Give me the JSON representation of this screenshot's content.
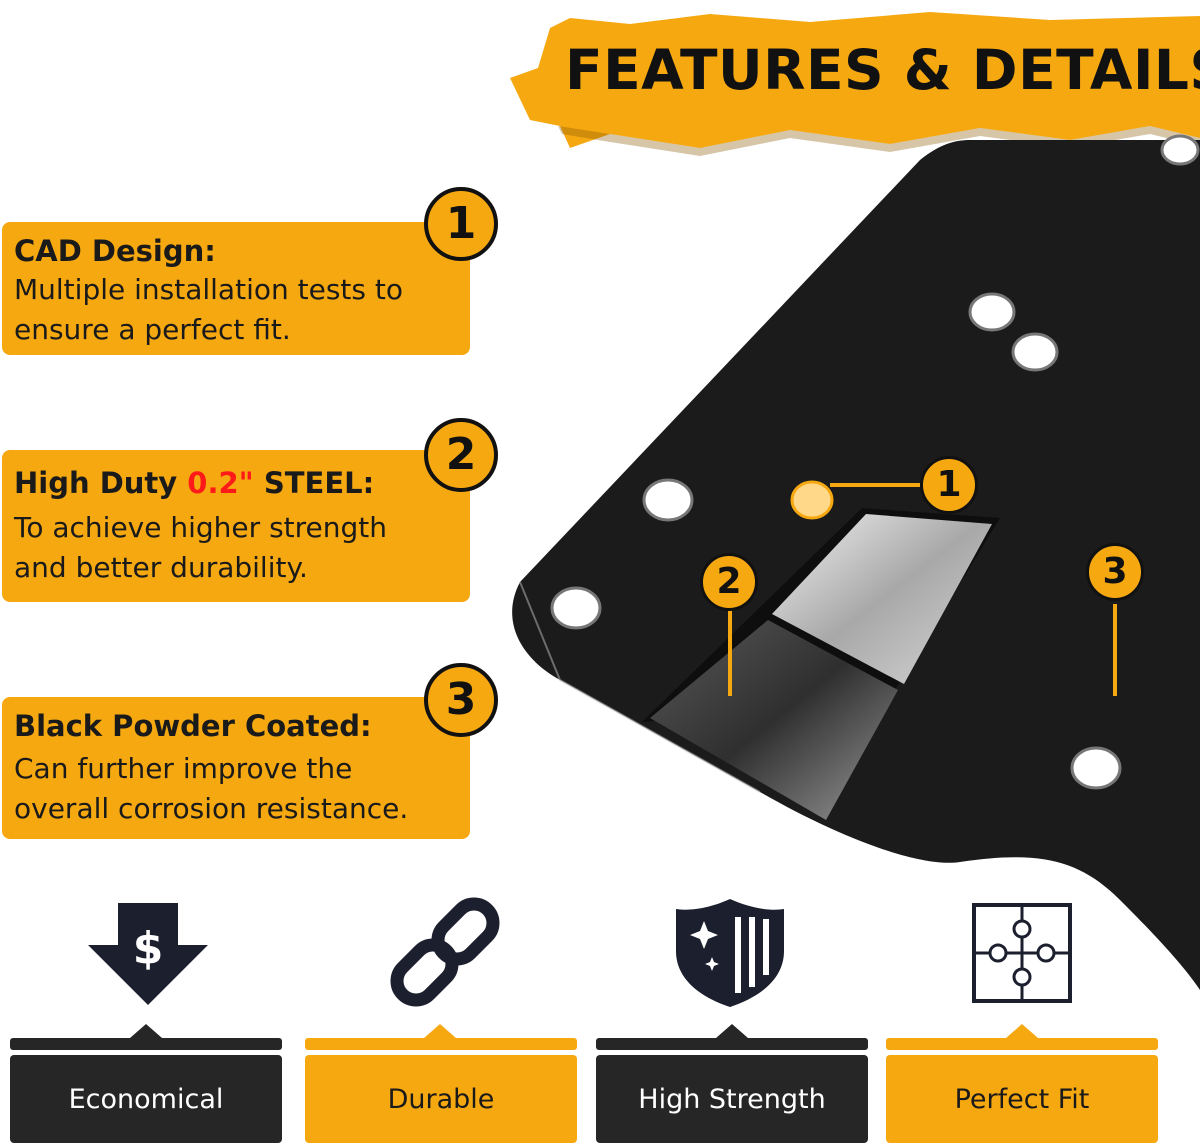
{
  "banner": {
    "title": "FEATURES & DETAILS"
  },
  "features": [
    {
      "number": "1",
      "title": "CAD Design:",
      "desc_line1": "Multiple installation tests to",
      "desc_line2": "ensure a perfect fit."
    },
    {
      "number": "2",
      "title_pre": "High Duty ",
      "title_highlight": "0.2\"",
      "title_post": " STEEL:",
      "desc_line1": "To achieve higher strength",
      "desc_line2": "and better durability."
    },
    {
      "number": "3",
      "title": "Black Powder Coated:",
      "desc_line1": "Can further improve the",
      "desc_line2": "overall corrosion resistance."
    }
  ],
  "callouts": [
    "1",
    "2",
    "3"
  ],
  "badges": [
    {
      "label": "Economical",
      "icon": "dollar-down-arrow-icon",
      "style": "dark"
    },
    {
      "label": "Durable",
      "icon": "chain-link-icon",
      "style": "gold"
    },
    {
      "label": "High Strength",
      "icon": "shield-icon",
      "style": "dark"
    },
    {
      "label": "Perfect Fit",
      "icon": "puzzle-icon",
      "style": "gold"
    }
  ],
  "colors": {
    "accent": "#f6a811",
    "dark": "#262626",
    "highlight": "#ff1a1a",
    "plate": "#1b1b1b"
  }
}
